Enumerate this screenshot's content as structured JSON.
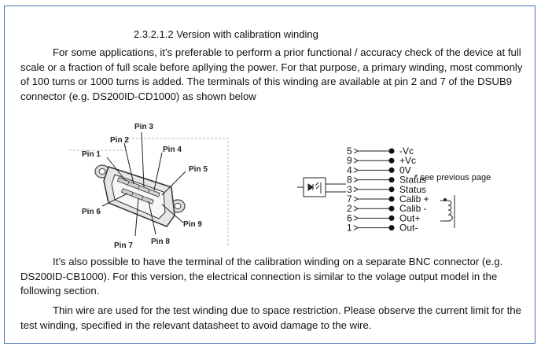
{
  "section_heading": "2.3.2.1.2 Version with calibration winding",
  "paragraphs": [
    "For some applications, it’s preferable to perform a prior functional / accuracy check of the device at full scale or a fraction of full scale before apllying the power. For that purpose, a primary winding, most commonly of 100 turns or 1000 turns is added. The terminals of this winding are available at pin 2 and 7 of the DSUB9 connector (e.g. DS200ID-CD1000) as shown below",
    "It’s also possible to have the terminal of the calibration winding on a separate BNC connector (e.g. DS200ID-CB1000). For this version, the electrical connection is similar to the volage output model in the following section.",
    "Thin wire are used for the test winding due to space restriction. Please observe the current limit for the test winding, specified in the relevant datasheet to avoid damage to the wire."
  ],
  "connector_pins": [
    "Pin 1",
    "Pin 2",
    "Pin 3",
    "Pin 4",
    "Pin 5",
    "Pin 6",
    "Pin 7",
    "Pin 8",
    "Pin 9"
  ],
  "terminals": [
    {
      "pin": "5",
      "label": "-Vc"
    },
    {
      "pin": "9",
      "label": "+Vc"
    },
    {
      "pin": "4",
      "label": "0V"
    },
    {
      "pin": "8",
      "label": "Status"
    },
    {
      "pin": "3",
      "label": "Status"
    },
    {
      "pin": "7",
      "label": "Calib +"
    },
    {
      "pin": "2",
      "label": "Calib -"
    },
    {
      "pin": "6",
      "label": "Out+"
    },
    {
      "pin": "1",
      "label": "Out-"
    }
  ],
  "status_note": "* see previous page"
}
